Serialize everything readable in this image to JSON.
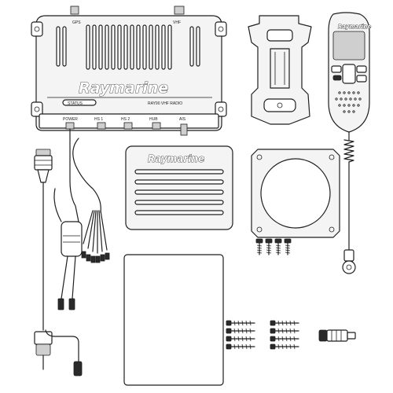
{
  "radio_unit": {
    "brand": "Raymarine",
    "model": "RAY90 VHF RADIO",
    "status": "STATUS",
    "gps": "GPS",
    "vhf": "VHF",
    "ports": [
      "POWER",
      "HS 1",
      "HS 2",
      "HUB",
      "AIS"
    ]
  },
  "speaker": {
    "brand": "Raymarine"
  },
  "handset": {
    "brand": "Raymarine"
  },
  "colors": {
    "line": "#1f1f1f",
    "fill": "#f4f4f4",
    "background": "#ffffff"
  },
  "icons": [
    "vhf-radio-unit",
    "handset-mount-bracket",
    "handset",
    "speaker",
    "mounting-plate",
    "cable-assembly",
    "document",
    "screws",
    "connector-cap"
  ]
}
